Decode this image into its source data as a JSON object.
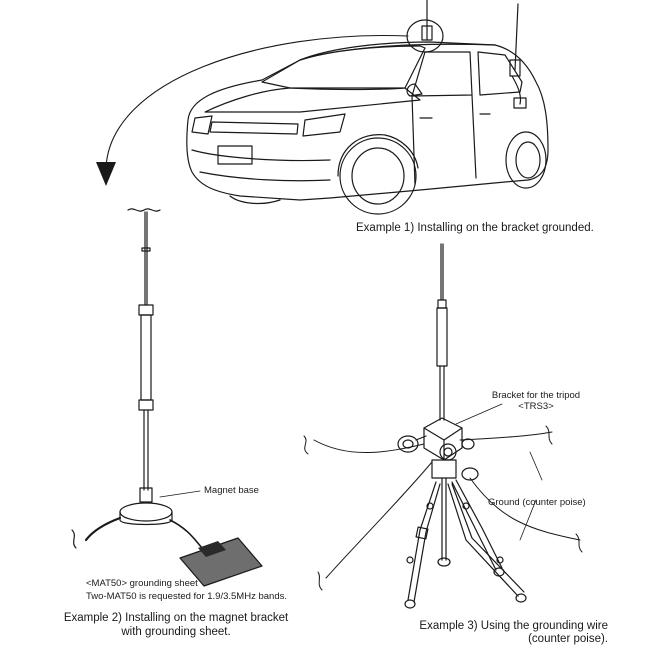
{
  "captions": {
    "example1": "Example 1) Installing on the bracket grounded.",
    "example2_line1": "Example 2) Installing on the magnet bracket",
    "example2_line2": "with grounding sheet.",
    "example3_line1": "Example 3) Using the grounding wire",
    "example3_line2": "(counter poise)."
  },
  "labels": {
    "magnet_base": "Magnet base",
    "grounding_sheet": "<MAT50> grounding sheet",
    "grounding_note": "Two-MAT50 is requested for 1.9/3.5MHz bands.",
    "bracket_line1": "Bracket for the tripod",
    "bracket_line2": "<TRS3>",
    "ground": "Ground (counter poise)"
  },
  "colors": {
    "line": "#1a1a1a",
    "sheet_fill": "#6e6e6e",
    "background": "#ffffff"
  },
  "icons": {
    "arrow": "curved-arrow-icon",
    "car": "car-illustration",
    "antenna": "whip-antenna-icon",
    "tripod": "tripod-icon"
  }
}
